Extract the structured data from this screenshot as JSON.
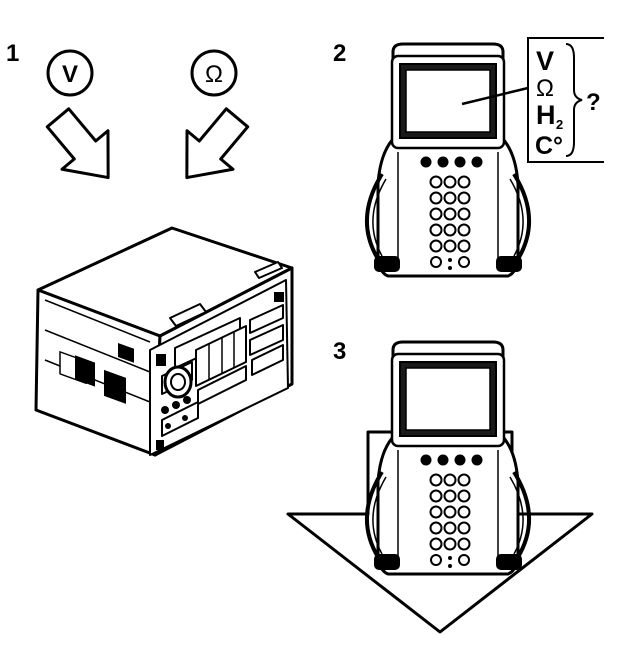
{
  "steps": [
    {
      "number": "1",
      "symbols": [
        "V",
        "Ω"
      ]
    },
    {
      "number": "2",
      "readouts": [
        "V",
        "Ω",
        "H",
        "2",
        "C°"
      ],
      "question": "?"
    },
    {
      "number": "3"
    }
  ],
  "icons": {
    "radio_unit": "car-radio-unit-icon",
    "scan_tool": "scan-tool-icon",
    "arrow": "hollow-arrow-icon"
  },
  "colors": {
    "ink": "#000000",
    "paper": "#ffffff",
    "screen": "#1a1a1a"
  }
}
